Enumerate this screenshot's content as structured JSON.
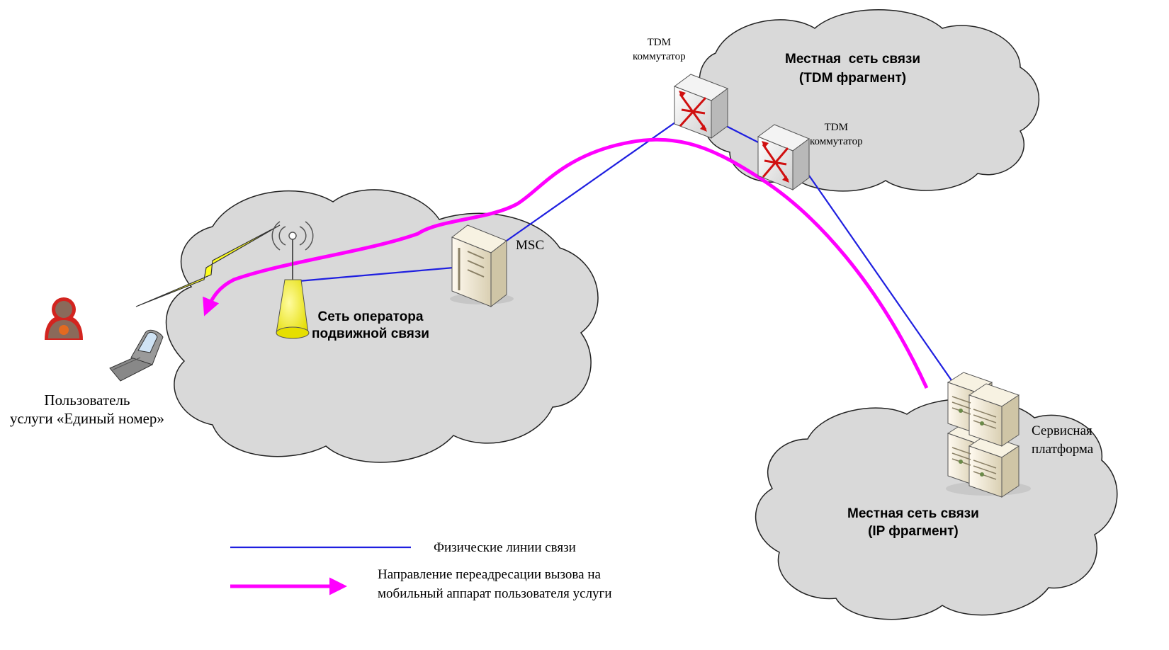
{
  "clouds": {
    "mobile_net": "Сеть оператора\nподвижной связи",
    "tdm_net": "Местная  сеть связи\n(TDM фрагмент)",
    "ip_net": "Местная сеть связи\n(IP фрагмент)"
  },
  "nodes": {
    "tdm_switch_1": "TDM\nкоммутатор",
    "tdm_switch_2": "TDM\nкоммутатор",
    "msc": "MSC",
    "service_platform": "Сервисная\nплатформа",
    "user": "Пользователь\nуслуги «Единый номер»"
  },
  "legend": {
    "physical_lines": "Физические линии связи",
    "redirect_direction": "Направление переадресации вызова на\nмобильный аппарат пользователя услуги"
  },
  "colors": {
    "physical_line": "#1f1fe0",
    "redirect_arrow": "#ff00ff",
    "cloud_fill": "#d9d9d9",
    "cloud_stroke": "#222222",
    "antenna": "#f2ef1a",
    "user_icon": "#d3241f",
    "switch_arrows": "#d01010",
    "server_body": "#f3ecd6"
  }
}
